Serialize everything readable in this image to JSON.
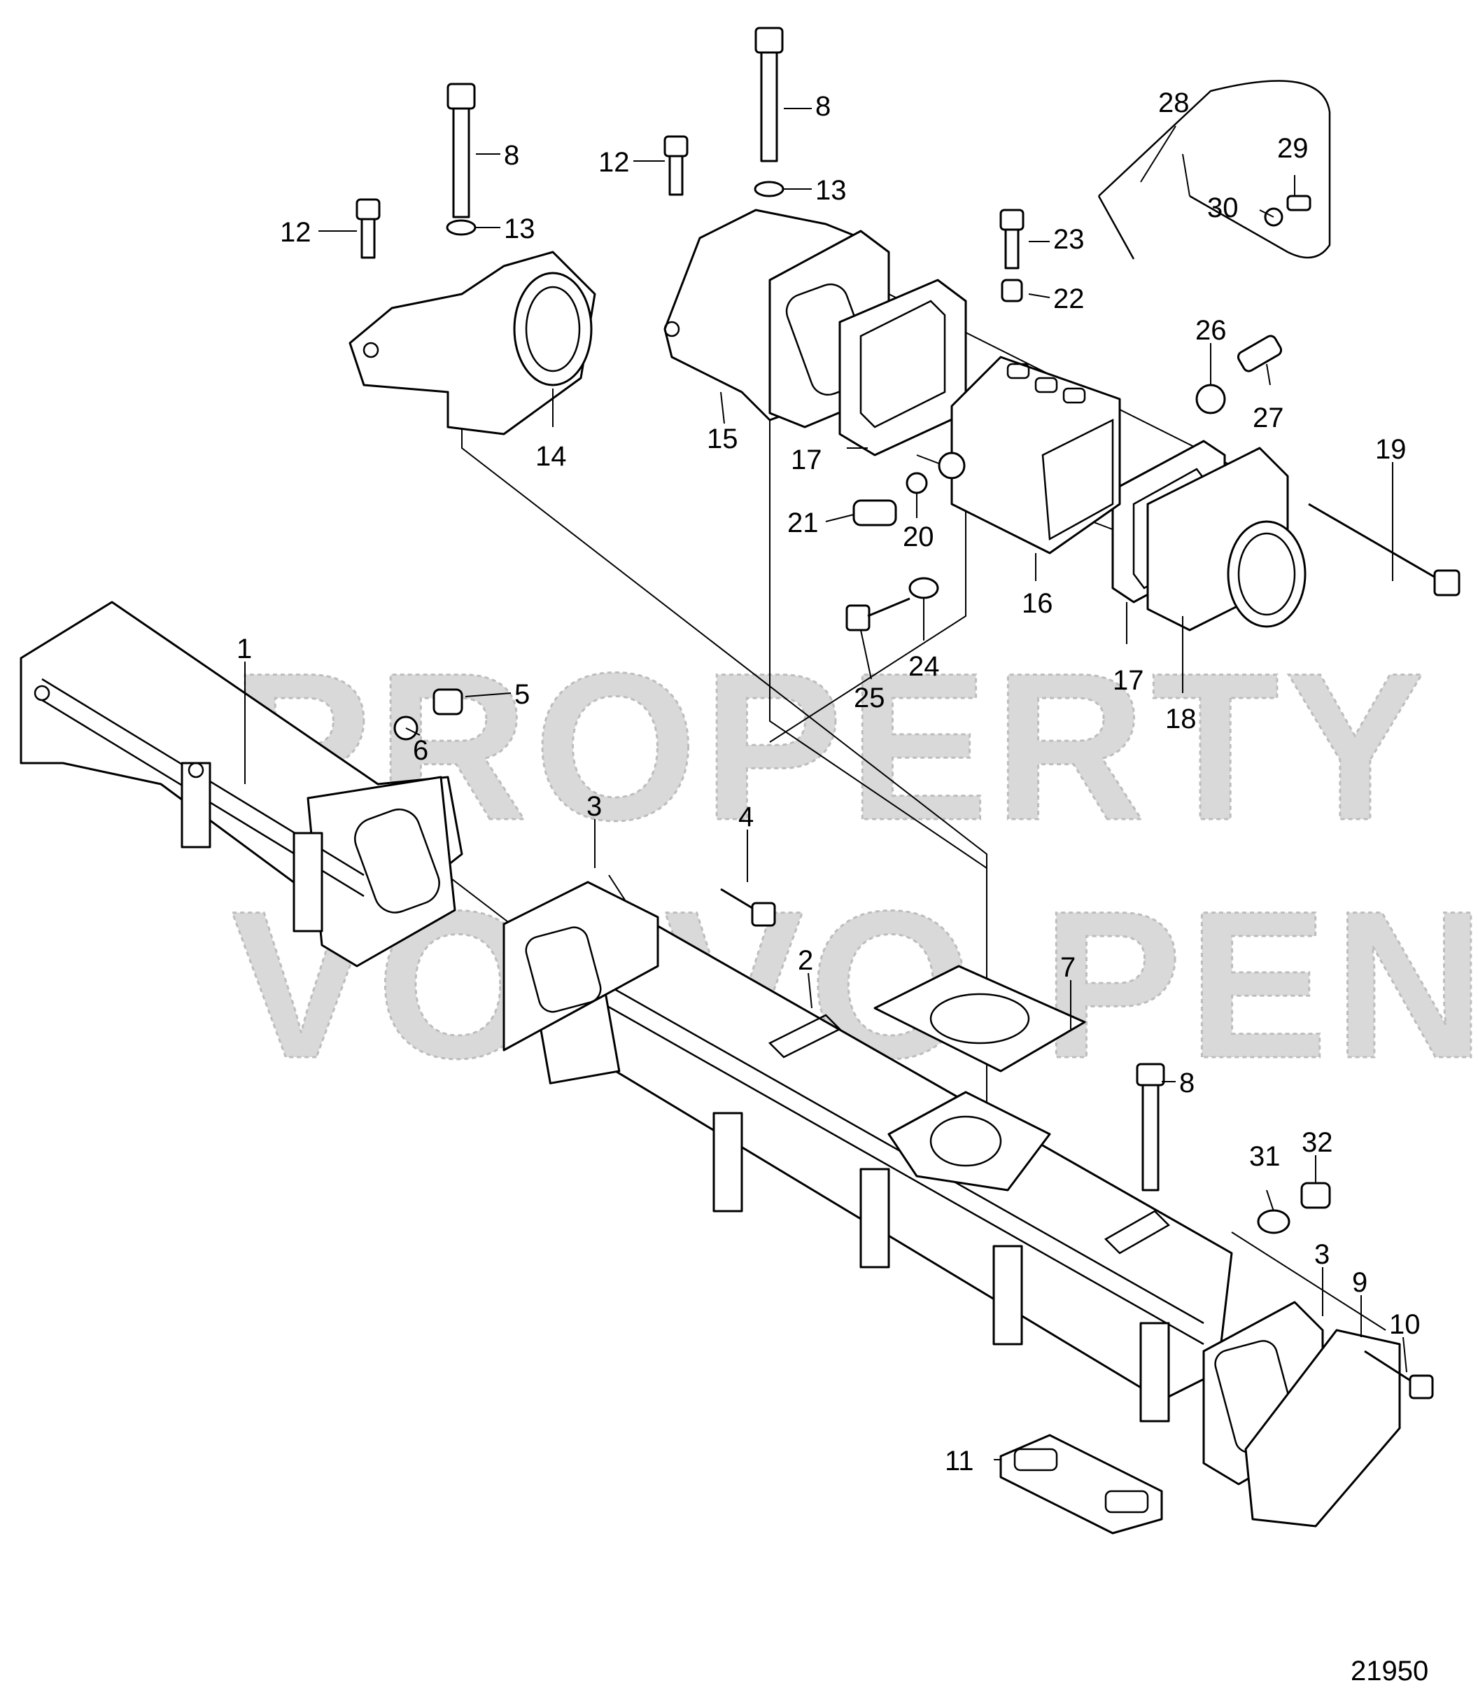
{
  "watermark": {
    "line1": "PROPERTY OF",
    "line2": "VOLVO PENTA"
  },
  "figure_number": "21950",
  "callouts": {
    "c1": "1",
    "c2": "2",
    "c3a": "3",
    "c3b": "3",
    "c4": "4",
    "c5": "5",
    "c6": "6",
    "c7": "7",
    "c8a": "8",
    "c8b": "8",
    "c8c": "8",
    "c9": "9",
    "c10": "10",
    "c11": "11",
    "c12a": "12",
    "c12b": "12",
    "c13a": "13",
    "c13b": "13",
    "c14": "14",
    "c15": "15",
    "c16": "16",
    "c17a": "17",
    "c17b": "17",
    "c18": "18",
    "c19": "19",
    "c20": "20",
    "c21": "21",
    "c22": "22",
    "c23": "23",
    "c24": "24",
    "c25": "25",
    "c26": "26",
    "c27": "27",
    "c28": "28",
    "c29": "29",
    "c30": "30",
    "c31": "31",
    "c32": "32"
  },
  "colors": {
    "line": "#000000",
    "background": "#ffffff",
    "watermark": "#d9d9d9"
  }
}
